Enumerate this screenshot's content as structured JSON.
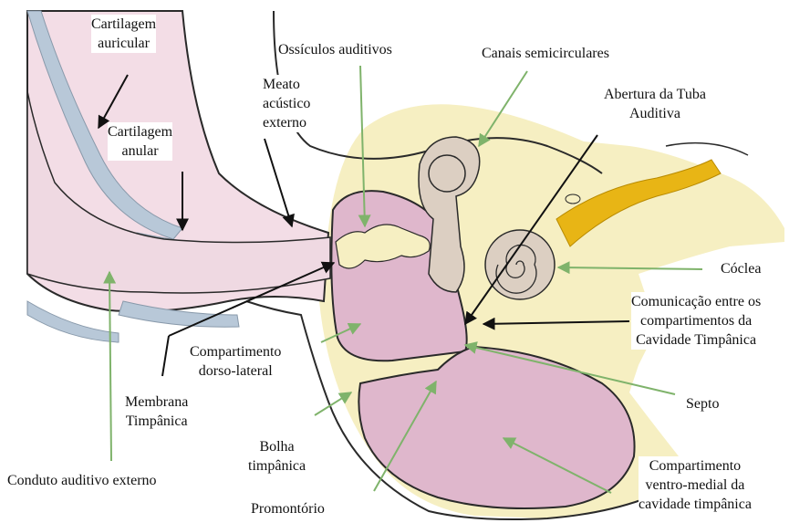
{
  "labels": {
    "cartilagem_auricular": "Cartilagem\nauricular",
    "cartilagem_anular": "Cartilagem\nanular",
    "ossiculos": "Ossículos auditivos",
    "meato": "Meato\nacústico\nexterno",
    "canais": "Canais semicirculares",
    "abertura": "Abertura da Tuba\nAuditiva",
    "coclea": "Cóclea",
    "comunicacao": "Comunicação entre os\ncompartimentos da\nCavidade Timpânica",
    "compartimento_dorso": "Compartimento\ndorso-lateral",
    "membrana": "Membrana\nTimpânica",
    "septo": "Septo",
    "bolha": "Bolha\ntimpânica",
    "compartimento_ventro": "Compartimento\nventro-medial da\ncavidade timpânica",
    "conduto": "Conduto auditivo externo",
    "promontorio": "Promontório"
  },
  "colors": {
    "bone": "#f6efc2",
    "bone_edge": "#2a2a2a",
    "cavity": "#dfb7cc",
    "canal": "#efd9e2",
    "cartilage": "#b8c8d8",
    "inner_ear": "#dccfc2",
    "tube": "#e8b515",
    "green_arrow": "#7fb36b",
    "black_arrow": "#111111"
  }
}
